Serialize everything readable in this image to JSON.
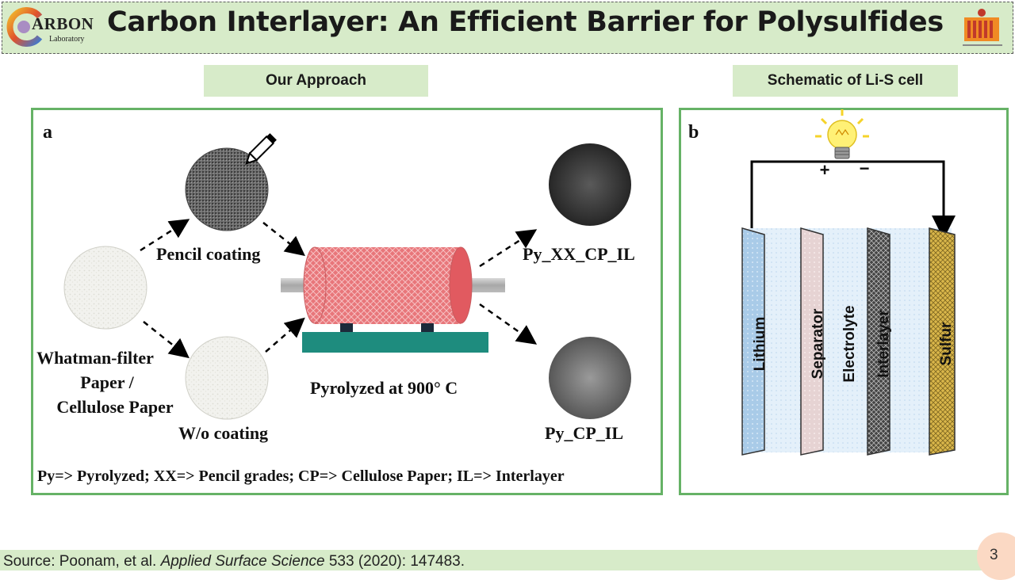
{
  "header": {
    "title": "Carbon Interlayer: An Efficient Barrier for Polysulfides",
    "logo_text": "ARBON",
    "logo_sub": "Laboratory"
  },
  "sections": {
    "approach": "Our Approach",
    "schematic": "Schematic of Li-S cell"
  },
  "panel_a": {
    "label": "a",
    "pencil_coating": "Pencil coating",
    "whatman_line1": "Whatman-filter",
    "whatman_line2": "Paper  /",
    "whatman_line3": "Cellulose Paper",
    "wo_coating": "W/o coating",
    "pyrolyzed": "Pyrolyzed at 900° C",
    "py_xx": "Py_XX_CP_IL",
    "py_cp": "Py_CP_IL",
    "legend": "Py=> Pyrolyzed; XX=> Pencil grades; CP=> Cellulose Paper; IL=> Interlayer"
  },
  "panel_b": {
    "label": "b",
    "plus": "+",
    "minus": "−",
    "layers": [
      "Lithium",
      "Separator",
      "Electrolyte",
      "Interlayer",
      "Sulfur"
    ]
  },
  "footer": {
    "source_prefix": "Source: Poonam, et al. ",
    "journal": "Applied Surface Science",
    "source_suffix": " 533 (2020): 147483.",
    "page": "3"
  },
  "colors": {
    "header_bg": "#d7ebc9",
    "panel_border": "#66b266",
    "furnace": "#e8767a",
    "base": "#1e8c7e",
    "sulfur": "#d9b64a",
    "lithium": "#a9cbe8"
  }
}
